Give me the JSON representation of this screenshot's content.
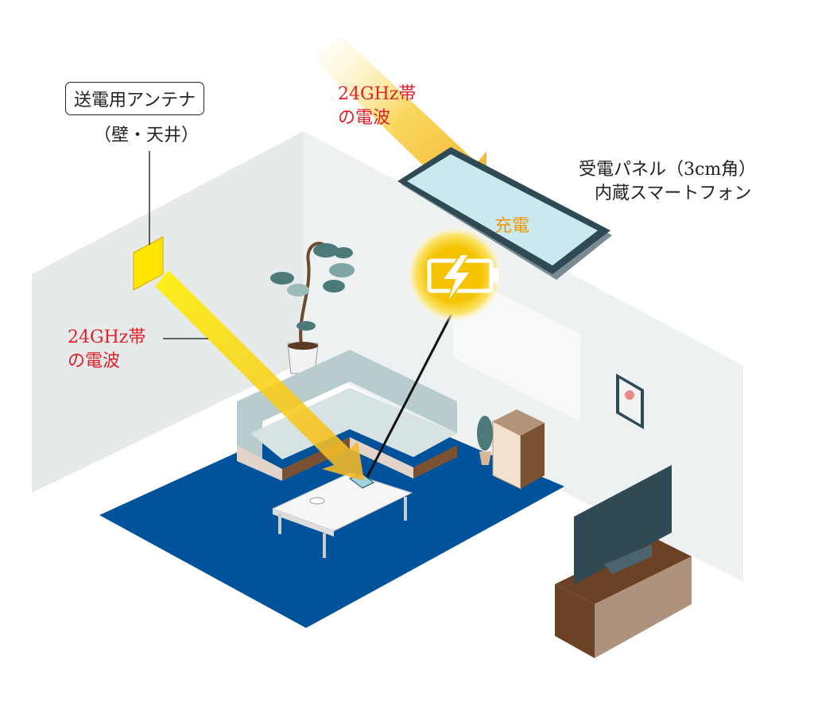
{
  "antenna": {
    "label": "送電用アンテナ",
    "sublabel": "（壁・天井）"
  },
  "wave_top": {
    "line1": "24GHz帯",
    "line2": "の電波"
  },
  "wave_left": {
    "line1": "24GHz帯",
    "line2": "の電波"
  },
  "receiver": {
    "line1": "受電パネル（3cm角）",
    "line2": "内蔵スマートフォン"
  },
  "charge": {
    "label": "充電",
    "icon": "battery-charging-icon"
  },
  "colors": {
    "wave_red": "#e0202a",
    "beam_yellow": "#f7e600",
    "charge_orange": "#f39800",
    "rug_blue": "#00529b"
  }
}
